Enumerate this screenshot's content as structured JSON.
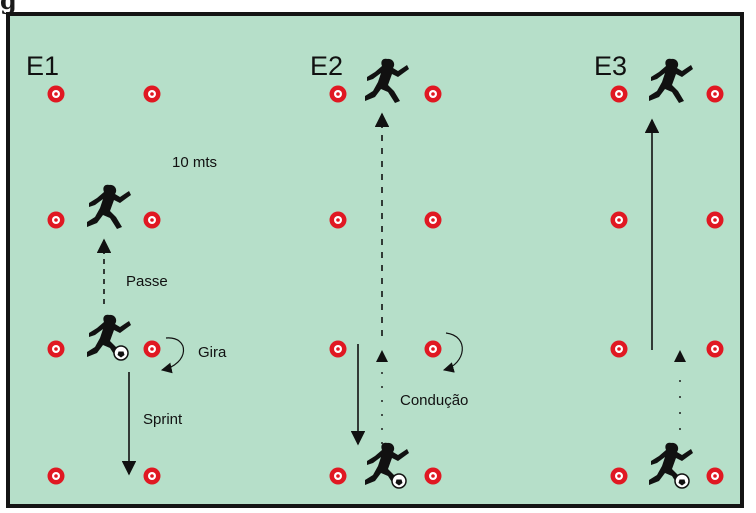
{
  "header": {
    "partial_text": "g"
  },
  "diagram": {
    "background_color": "#b6dfc9",
    "border_color": "#141414",
    "cone_color": "#e01822",
    "drills": [
      {
        "id": "E1",
        "title": "E1",
        "distance_label": "10 mts",
        "pass_label": "Passe",
        "turn_label": "Gira",
        "sprint_label": "Sprint"
      },
      {
        "id": "E2",
        "title": "E2",
        "dribble_label": "Condução"
      },
      {
        "id": "E3",
        "title": "E3"
      }
    ],
    "icons": [
      "cone-icon",
      "player-icon",
      "ball-icon",
      "arrow-icon"
    ]
  }
}
